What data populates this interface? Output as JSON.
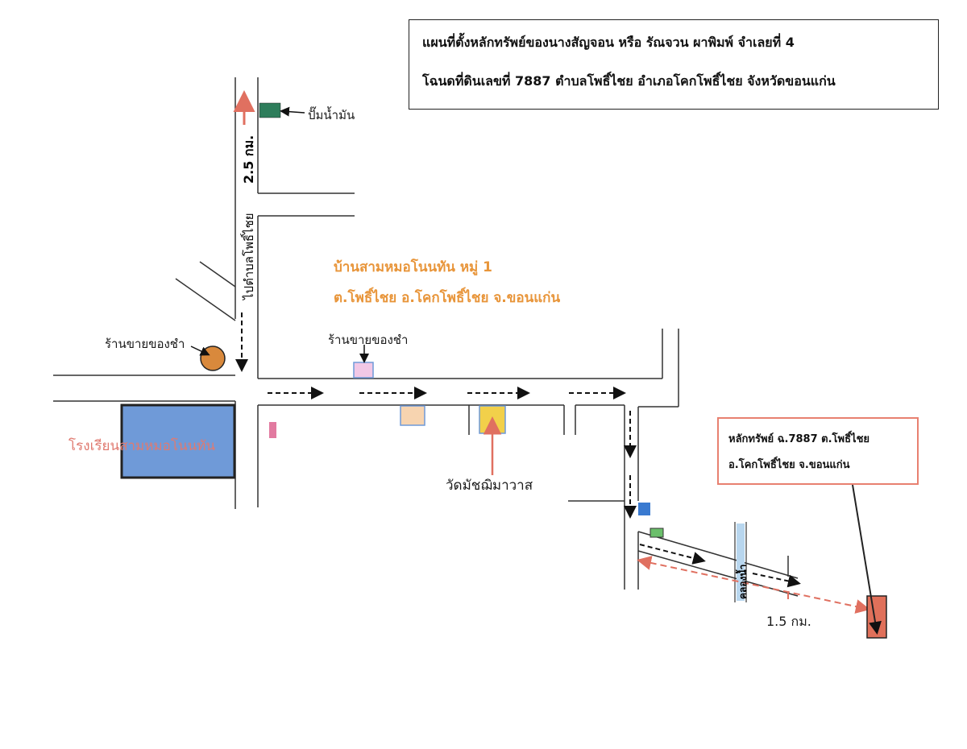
{
  "title": {
    "line1": "แผนที่ตั้งหลักทรัพย์ของนางสัญจอน หรือ รัณจวน  ผาพิมพ์  จำเลยที่  4",
    "line2": "โฉนดที่ดินเลขที่  7887  ตำบลโพธิ์ไชย  อำเภอโคกโพธิ์ไชย  จังหวัดขอนแก่น"
  },
  "labels": {
    "gas_station": "ปั๊มน้ำมัน",
    "distance_north": "2.5 กม.",
    "road_to": "ไปตำบลโพธิ์ไชย",
    "village_line1": "บ้านสามหมอโนนทัน หมู่ 1",
    "village_line2": "ต.โพธิ์ไชย อ.โคกโพธิ์ไชย จ.ขอนแก่น",
    "grocery_left": "ร้านขายของชำ",
    "grocery_center": "ร้านขายของชำ",
    "school": "โรงเรียนสามหมอโนนทัน",
    "temple": "วัดมัชฌิมาวาส",
    "canal": "คลองน้ำ",
    "distance_east": "1.5  กม."
  },
  "property": {
    "line1": "หลักทรัพย์ ฉ.7887   ต.โพธิ์ไชย",
    "line2": "อ.โคกโพธิ์ไชย    จ.ขอนแก่น"
  },
  "colors": {
    "accent_orange": "#e8953a",
    "school_label": "#e07a70",
    "school_fill": "#6f9ad8",
    "property_fill": "#e0705a",
    "gas_fill": "#2e7d5b",
    "red_arrow": "#e07060"
  }
}
